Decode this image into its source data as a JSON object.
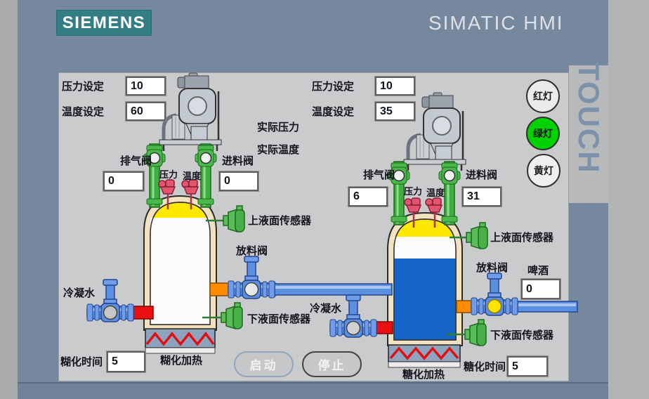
{
  "header": {
    "brand": "SIEMENS",
    "product": "SIMATIC HMI",
    "touch_label": "TOUCH"
  },
  "shared": {
    "actual_pressure_label": "实际压力",
    "actual_temp_label": "实际温度",
    "pressure_gauge_label": "压力",
    "temp_gauge_label": "温度",
    "start_button": "启动",
    "stop_button": "停止"
  },
  "left_unit": {
    "pressure_set_label": "压力设定",
    "pressure_set_value": "10",
    "temp_set_label": "温度设定",
    "temp_set_value": "60",
    "exhaust_valve_label": "排气阀",
    "exhaust_valve_value": "0",
    "feed_valve_label": "进料阀",
    "feed_valve_value": "0",
    "upper_sensor_label": "上液面传感器",
    "discharge_valve_label": "放料阀",
    "condensate_label": "冷凝水",
    "lower_sensor_label": "下液面传感器",
    "time_label": "糊化时间",
    "time_value": "5",
    "heating_label": "糊化加热"
  },
  "right_unit": {
    "pressure_set_label": "压力设定",
    "pressure_set_value": "10",
    "temp_set_label": "温度设定",
    "temp_set_value": "35",
    "exhaust_valve_label": "排气阀",
    "exhaust_valve_value": "6",
    "feed_valve_label": "进料阀",
    "feed_valve_value": "31",
    "upper_sensor_label": "上液面传感器",
    "discharge_valve_label": "放料阀",
    "beer_label": "啤酒",
    "beer_value": "0",
    "condensate_label": "冷凝水",
    "lower_sensor_label": "下液面传感器",
    "time_label": "糖化时间",
    "time_value": "5",
    "heating_label": "糖化加热"
  },
  "indicator_lights": [
    {
      "label": "红灯",
      "state": "off",
      "color": "#ebebeb"
    },
    {
      "label": "绿灯",
      "state": "on",
      "color": "#00d300"
    },
    {
      "label": "黄灯",
      "state": "off",
      "color": "#efefef"
    }
  ],
  "status_colors": {
    "tank_liquid": "#1565c8",
    "heater_coil": "#e01010",
    "valve_open_green": "#4ab84a",
    "pipe_blue": "#5b8fe0",
    "pipe_red": "#e81010",
    "pipe_orange": "#ff8c00"
  }
}
